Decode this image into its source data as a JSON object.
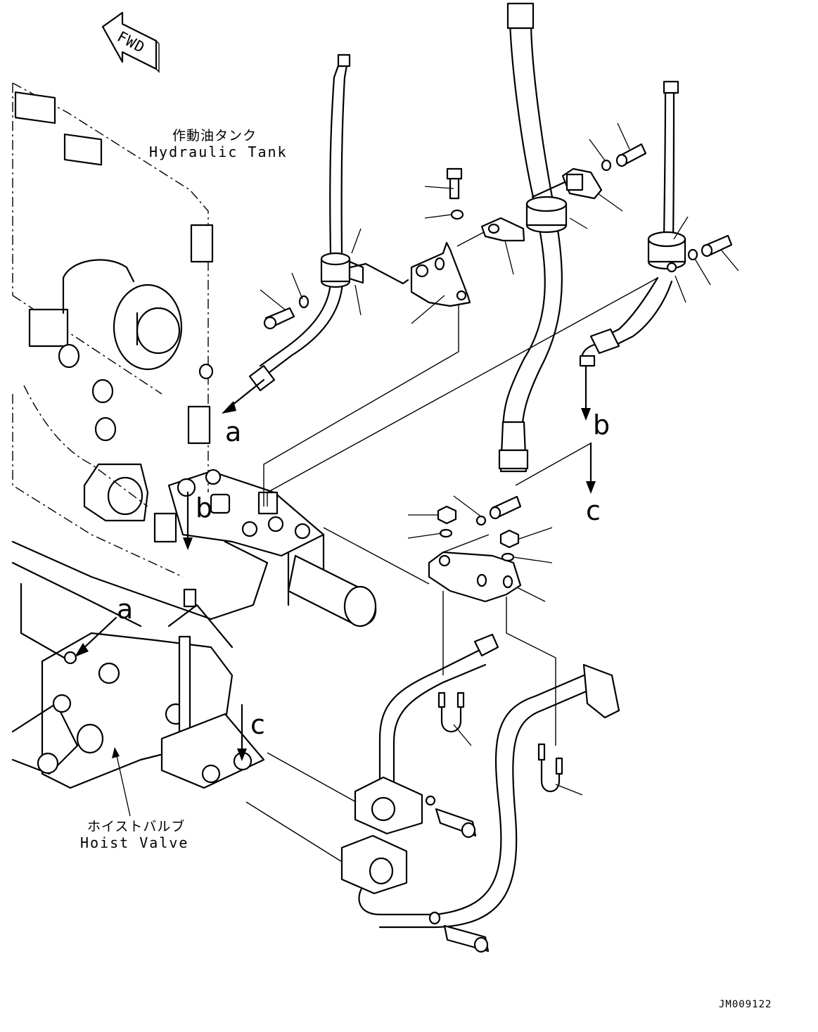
{
  "fwd": "FWD",
  "hydraulic_tank": {
    "jp": "作動油タンク",
    "en": "Hydraulic Tank"
  },
  "hoist_valve": {
    "jp": "ホイストバルブ",
    "en": "Hoist Valve"
  },
  "refs": {
    "a_top": "a",
    "b_top": "b",
    "c_top": "c",
    "a_bottom": "a",
    "b_bottom": "b",
    "c_bottom": "c"
  },
  "drawing_code": "JM009122"
}
